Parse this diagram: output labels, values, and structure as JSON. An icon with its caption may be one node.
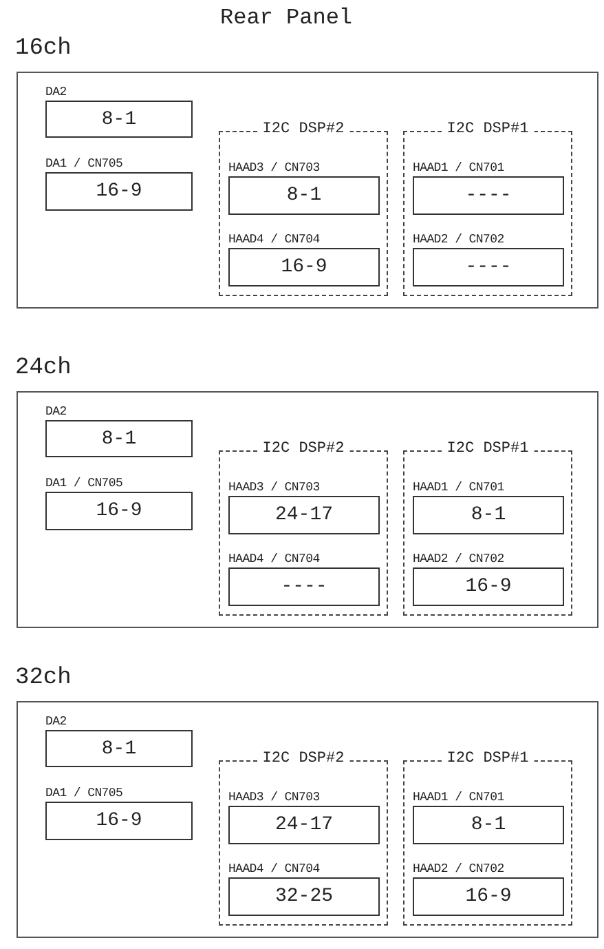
{
  "diagram": {
    "title": "Rear Panel",
    "nodes": [
      {
        "text": [
          "16ch"
        ]
      },
      {
        "text": [
          "DA2",
          "8-1"
        ],
        "in": 0
      },
      {
        "text": [
          "DA1 / CN705",
          "16-9"
        ],
        "in": 0
      },
      {
        "text": [
          "I2C DSP#2"
        ],
        "in": 0
      },
      {
        "text": [
          "HAAD3 / CN703",
          "8-1"
        ],
        "in": 3
      },
      {
        "text": [
          "HAAD4 / CN704",
          "16-9"
        ],
        "in": 3
      },
      {
        "text": [
          "I2C DSP#1"
        ],
        "in": 0
      },
      {
        "text": [
          "HAAD1 / CN701",
          "----"
        ],
        "in": 6
      },
      {
        "text": [
          "HAAD2 / CN702",
          "----"
        ],
        "in": 6
      },
      {
        "text": [
          "24ch"
        ]
      },
      {
        "text": [
          "DA2",
          "8-1"
        ],
        "in": 9
      },
      {
        "text": [
          "DA1 / CN705",
          "16-9"
        ],
        "in": 9
      },
      {
        "text": [
          "I2C DSP#2"
        ],
        "in": 9
      },
      {
        "text": [
          "HAAD3 / CN703",
          "24-17"
        ],
        "in": 12
      },
      {
        "text": [
          "HAAD4 / CN704",
          "----"
        ],
        "in": 12
      },
      {
        "text": [
          "I2C DSP#1"
        ],
        "in": 9
      },
      {
        "text": [
          "HAAD1 / CN701",
          "8-1"
        ],
        "in": 15
      },
      {
        "text": [
          "HAAD2 / CN702",
          "16-9"
        ],
        "in": 15
      },
      {
        "text": [
          "32ch"
        ]
      },
      {
        "text": [
          "DA2",
          "8-1"
        ],
        "in": 18
      },
      {
        "text": [
          "DA1 / CN705",
          "16-9"
        ],
        "in": 18
      },
      {
        "text": [
          "I2C DSP#2"
        ],
        "in": 18
      },
      {
        "text": [
          "HAAD3 / CN703",
          "24-17"
        ],
        "in": 21
      },
      {
        "text": [
          "HAAD4 / CN704",
          "32-25"
        ],
        "in": 21
      },
      {
        "text": [
          "I2C DSP#1"
        ],
        "in": 18
      },
      {
        "text": [
          "HAAD1 / CN701",
          "8-1"
        ],
        "in": 24
      },
      {
        "text": [
          "HAAD2 / CN702",
          "16-9"
        ],
        "in": 24
      }
    ]
  }
}
